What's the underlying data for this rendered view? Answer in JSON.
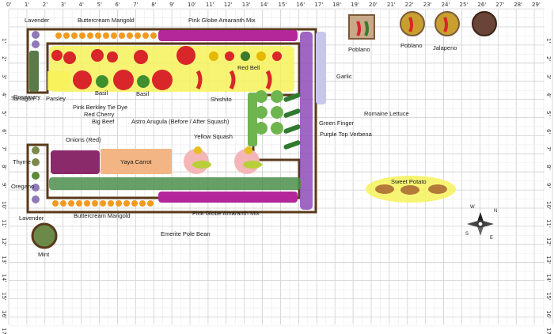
{
  "rulers": {
    "top": [
      "0'",
      "1'",
      "2'",
      "3'",
      "4'",
      "5'",
      "6'",
      "7'",
      "8'",
      "9'",
      "10'",
      "11'",
      "12'",
      "13'",
      "14'",
      "15'",
      "16'",
      "17'",
      "18'",
      "19'",
      "20'",
      "21'",
      "22'",
      "23'",
      "24'",
      "25'",
      "26'",
      "27'",
      "28'",
      "29'"
    ],
    "side": [
      "1'",
      "2'",
      "3'",
      "4'",
      "5'",
      "6'",
      "7'",
      "8'",
      "9'",
      "10'",
      "11'",
      "12'",
      "13'",
      "14'",
      "15'",
      "16'",
      "17'"
    ]
  },
  "labels": {
    "lavender_top": "Lavender",
    "marigold_top": "Buttercream Marigold",
    "amaranth_top": "Pink Globe Amaranth Mix",
    "poblano_1": "Poblano",
    "poblano_2": "Poblano",
    "jalapeno": "Jalapeno",
    "garlic": "Garlic",
    "rosemary": "Rosemary",
    "parsley": "Parsley",
    "tarragon": "Tarragon",
    "basil_1": "Basil",
    "basil_2": "Basil",
    "red_bell": "Red Bell",
    "shishito": "Shishito",
    "tie_dye": "Pink Berkley Tie Dye",
    "red_cherry": "Red Cherry",
    "big_beef": "Big Beef",
    "arugula": "Astro Arugula (Before / After Squash)",
    "romaine": "Romaine Lettuce",
    "green_finger": "Green Finger",
    "verbena": "Purple Top Verbena",
    "onions": "Onions (Red)",
    "yellow_squash": "Yellow Squash",
    "thyme": "Thyme",
    "yaya_carrot": "Yaya Carrot",
    "oregano": "Oregano",
    "sweet_potato": "Sweet Potato",
    "lavender_bottom": "Lavender",
    "marigold_bottom": "Buttercream Marigold",
    "amaranth_bottom": "Pink Globe Amaranth Mix",
    "mint": "Mint",
    "pole_bean": "Emerite Pole Bean"
  },
  "compass": {
    "n": "N",
    "s": "S",
    "e": "E",
    "w": "W"
  },
  "colors": {
    "bed_border": "#5a3a1a",
    "grid": "#d6d6d6",
    "highlight": "#f7f25a",
    "tomato": "#d8262a",
    "leaf": "#3f8f2f",
    "amaranth": "#b3279a",
    "marigold": "#f29a1d",
    "carrot": "#f3b583",
    "squash_glow": "#f4b6b6"
  }
}
